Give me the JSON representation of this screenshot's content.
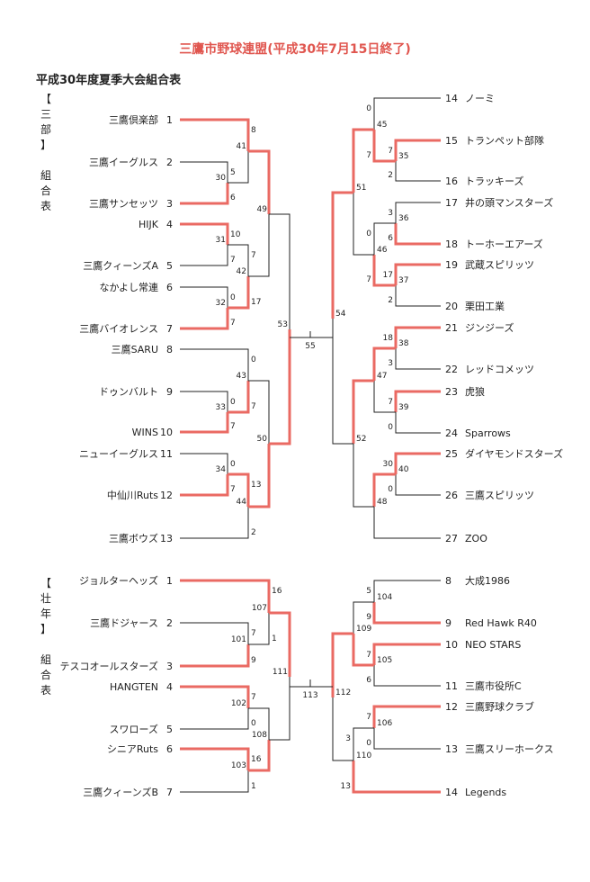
{
  "header": {
    "title": "三鷹市野球連盟(平成30年7月15日終了)",
    "subtitle": "平成30年度夏季大会組合表"
  },
  "colors": {
    "win": "#ea6a63",
    "line": "#222222",
    "title": "#e0564f"
  },
  "divisions": [
    {
      "id": "sanbu",
      "label_chars": [
        "【",
        "三",
        "部",
        "】",
        "",
        "組",
        "合",
        "表"
      ],
      "left": [
        {
          "no": "1",
          "name": "三鷹倶楽部"
        },
        {
          "no": "2",
          "name": "三鷹イーグルス"
        },
        {
          "no": "3",
          "name": "三鷹サンセッツ"
        },
        {
          "no": "4",
          "name": "HIJK"
        },
        {
          "no": "5",
          "name": "三鷹クィーンズA"
        },
        {
          "no": "6",
          "name": "なかよし常連"
        },
        {
          "no": "7",
          "name": "三鷹バイオレンス"
        },
        {
          "no": "8",
          "name": "三鷹SARU"
        },
        {
          "no": "9",
          "name": "ドゥンバルト"
        },
        {
          "no": "10",
          "name": "WINS"
        },
        {
          "no": "11",
          "name": "ニューイーグルス"
        },
        {
          "no": "12",
          "name": "中仙川Ruts"
        },
        {
          "no": "13",
          "name": "三鷹ボウズ"
        }
      ],
      "right": [
        {
          "no": "14",
          "name": "ノーミ"
        },
        {
          "no": "15",
          "name": "トランペット部隊"
        },
        {
          "no": "16",
          "name": "トラッキーズ"
        },
        {
          "no": "17",
          "name": "井の頭マンスターズ"
        },
        {
          "no": "18",
          "name": "トーホーエアーズ"
        },
        {
          "no": "19",
          "name": "武蔵スピリッツ"
        },
        {
          "no": "20",
          "name": "栗田工業"
        },
        {
          "no": "21",
          "name": "ジンジーズ"
        },
        {
          "no": "22",
          "name": "レッドコメッツ"
        },
        {
          "no": "23",
          "name": "虎狼"
        },
        {
          "no": "24",
          "name": "Sparrows"
        },
        {
          "no": "25",
          "name": "ダイヤモンドスターズ"
        },
        {
          "no": "26",
          "name": "三鷹スピリッツ"
        },
        {
          "no": "27",
          "name": "ZOO"
        }
      ],
      "final_game": "55"
    },
    {
      "id": "sonen",
      "label_chars": [
        "【",
        "壮",
        "年",
        "】",
        "",
        "組",
        "合",
        "表"
      ],
      "left": [
        {
          "no": "1",
          "name": "ジョルターヘッズ"
        },
        {
          "no": "2",
          "name": "三鷹ドジャース"
        },
        {
          "no": "3",
          "name": "テスコオールスターズ"
        },
        {
          "no": "4",
          "name": "HANGTEN"
        },
        {
          "no": "5",
          "name": "スワローズ"
        },
        {
          "no": "6",
          "name": "シニアRuts"
        },
        {
          "no": "7",
          "name": "三鷹クィーンズB"
        }
      ],
      "right": [
        {
          "no": "8",
          "name": "大成1986"
        },
        {
          "no": "9",
          "name": "Red Hawk R40"
        },
        {
          "no": "10",
          "name": "NEO STARS"
        },
        {
          "no": "11",
          "name": "三鷹市役所C"
        },
        {
          "no": "12",
          "name": "三鷹野球クラブ"
        },
        {
          "no": "13",
          "name": "三鷹スリーホークス"
        },
        {
          "no": "14",
          "name": "Legends"
        }
      ],
      "final_game": "113"
    }
  ]
}
